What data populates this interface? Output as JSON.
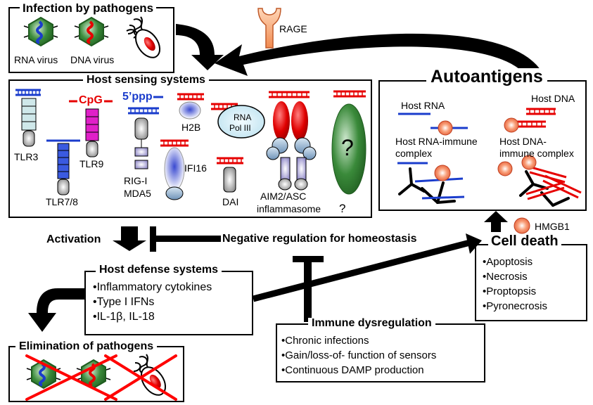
{
  "infection": {
    "title": "Infection by pathogens",
    "rna_virus": "RNA virus",
    "dna_virus": "DNA virus"
  },
  "rage": "RAGE",
  "host_sensing": {
    "title": "Host sensing systems",
    "tlr3": "TLR3",
    "tlr9": "TLR9",
    "tlr78": "TLR7/8",
    "cpg": "CpG",
    "ppp": "5’ppp",
    "rigi": "RIG-I",
    "mda5": "MDA5",
    "h2b": "H2B",
    "ifi16": "IFI16",
    "rna_pol_1": "RNA",
    "rna_pol_2": "Pol III",
    "dai": "DAI",
    "aim2_1": "AIM2/ASC",
    "aim2_2": "inflammasome",
    "unknown_mark": "?",
    "unknown_q": "?"
  },
  "autoantigens": {
    "title": "Autoantigens",
    "host_rna": "Host RNA",
    "host_dna": "Host DNA",
    "rna_complex_1": "Host RNA-immune",
    "rna_complex_2": "complex",
    "dna_complex_1": "Host DNA-",
    "dna_complex_2": "immune complex"
  },
  "hmgb1": "HMGB1",
  "activation": "Activation",
  "negative_regulation": "Negative regulation for homeostasis",
  "cell_death": {
    "title": "Cell death",
    "items": [
      "•Apoptosis",
      "•Necrosis",
      "•Proptopsis",
      "•Pyronecrosis"
    ]
  },
  "host_defense": {
    "title": "Host defense systems",
    "items": [
      "•Inflammatory cytokines",
      "•Type I IFNs",
      "•IL-1β, IL-18"
    ]
  },
  "immune_dysregulation": {
    "title": "Immune dysregulation",
    "items": [
      "•Chronic infections",
      "•Gain/loss-of- function of sensors",
      "•Continuous DAMP production"
    ]
  },
  "elimination": {
    "title": "Elimination of pathogens"
  },
  "colors": {
    "rna_strand": "#1a3ccc",
    "dna_strand": "#e60000",
    "virus_shell": "#2f7d2f",
    "cross": "#ff0000"
  }
}
